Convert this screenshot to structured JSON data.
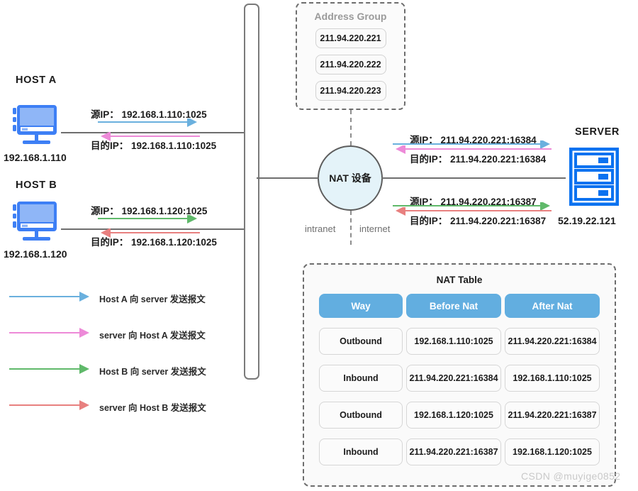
{
  "diagram": {
    "title": "NAT Port Address Translation Diagram",
    "colors": {
      "arrow_host_a_out": "#6ab0de",
      "arrow_host_a_in": "#ed8ad8",
      "arrow_host_b_out": "#5fb96a",
      "arrow_host_b_in": "#e8807f",
      "device_blue": "#3d7ff5",
      "nat_fill": "#e4f3f9",
      "table_header": "#62aee0",
      "wire": "#6e6e6e"
    }
  },
  "address_group": {
    "title": "Address Group",
    "addresses": [
      "211.94.220.221",
      "211.94.220.222",
      "211.94.220.223"
    ]
  },
  "hosts": [
    {
      "name": "HOST A",
      "ip": "192.168.1.110",
      "icon": "desktop-computer-icon",
      "src_label": "源IP： 192.168.1.110:1025",
      "dst_label": "目的IP： 192.168.1.110:1025"
    },
    {
      "name": "HOST B",
      "ip": "192.168.1.120",
      "icon": "desktop-computer-icon",
      "src_label": "源IP： 192.168.1.120:1025",
      "dst_label": "目的IP： 192.168.1.120:1025"
    }
  ],
  "nat_device": {
    "label": "NAT 设备",
    "zone_left": "intranet",
    "zone_right": "internet"
  },
  "server": {
    "name": "SERVER",
    "ip": "52.19.22.121",
    "icon": "server-rack-icon"
  },
  "wan_flows": [
    {
      "src_label": "源IP： 211.94.220.221:16384",
      "dst_label": "目的IP： 211.94.220.221:16384"
    },
    {
      "src_label": "源IP： 211.94.220.221:16387",
      "dst_label": "目的IP： 211.94.220.221:16387"
    }
  ],
  "legend": [
    {
      "color": "#6ab0de",
      "label": "Host A 向 server 发送报文"
    },
    {
      "color": "#ed8ad8",
      "label": "server  向 Host A 发送报文"
    },
    {
      "color": "#5fb96a",
      "label": "Host B 向 server 发送报文"
    },
    {
      "color": "#e8807f",
      "label": "server 向 Host B 发送报文"
    }
  ],
  "nat_table": {
    "title": "NAT Table",
    "columns": [
      "Way",
      "Before Nat",
      "After Nat"
    ],
    "rows": [
      [
        "Outbound",
        "192.168.1.110:1025",
        "211.94.220.221:16384"
      ],
      [
        "Inbound",
        "211.94.220.221:16384",
        "192.168.1.110:1025"
      ],
      [
        "Outbound",
        "192.168.1.120:1025",
        "211.94.220.221:16387"
      ],
      [
        "Inbound",
        "211.94.220.221:16387",
        "192.168.1.120:1025"
      ]
    ]
  },
  "watermark": "CSDN @muyige0852"
}
